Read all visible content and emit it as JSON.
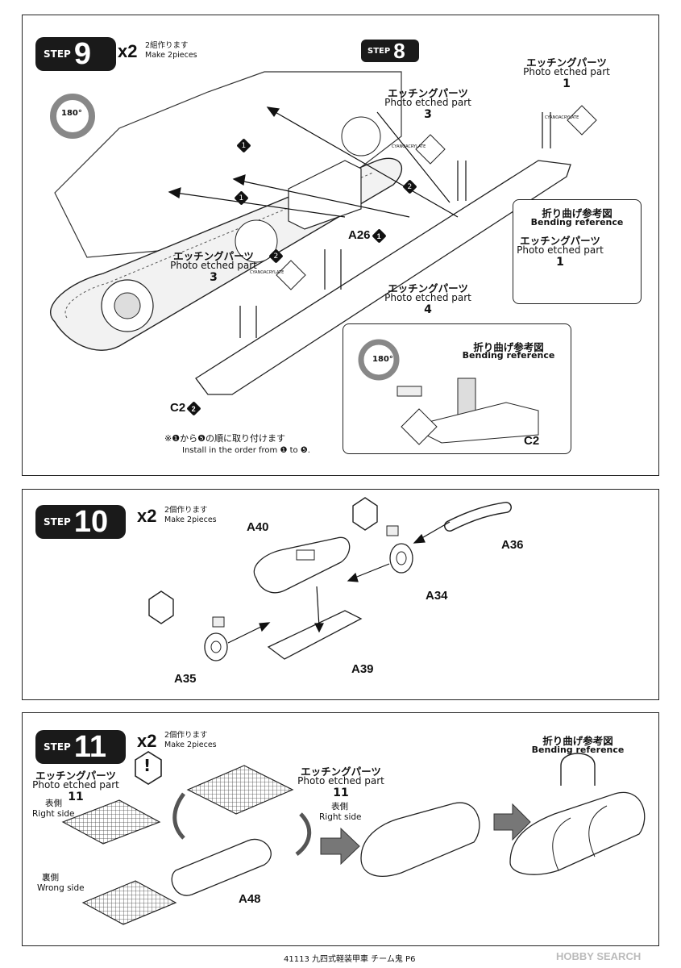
{
  "step9": {
    "step_word": "STEP",
    "step_num": "9",
    "sub_step_num": "8",
    "qty_x": "x2",
    "qty_jp": "2組作ります",
    "qty_en": "Make 2pieces",
    "rotate_label": "180°",
    "pe_jp": "エッチングパーツ",
    "pe_en": "Photo etched part",
    "pe_num_1": "1",
    "pe_num_3": "3",
    "pe_num_4": "4",
    "bending_jp": "折り曲げ参考図",
    "bending_en": "Bending reference",
    "part_a26": "A26",
    "part_c2": "C2",
    "cyano_label": "CYANOACRYLATE",
    "order_note_jp": "※❶から❺の順に取り付けます",
    "order_note_en": "Install in the order from ❶ to ❺.",
    "step_markers": [
      "1",
      "1",
      "2",
      "2"
    ]
  },
  "step10": {
    "step_word": "STEP",
    "step_num": "10",
    "qty_x": "x2",
    "qty_jp": "2個作ります",
    "qty_en": "Make 2pieces",
    "parts": [
      "A40",
      "A36",
      "A34",
      "A35",
      "A39"
    ]
  },
  "step11": {
    "step_word": "STEP",
    "step_num": "11",
    "qty_x": "x2",
    "qty_jp": "2個作ります",
    "qty_en": "Make 2pieces",
    "pe_jp": "エッチングパーツ",
    "pe_en": "Photo etched part",
    "pe_num": "11",
    "right_jp": "表側",
    "right_en": "Right side",
    "wrong_jp": "裏側",
    "wrong_en": "Wrong side",
    "bending_jp": "折り曲げ参考図",
    "bending_en": "Bending reference",
    "part_a48": "A48",
    "warning": "!"
  },
  "footer": {
    "text": "41113 九四式軽装甲車 チーム鬼 P6",
    "watermark": "HOBBY SEARCH"
  }
}
